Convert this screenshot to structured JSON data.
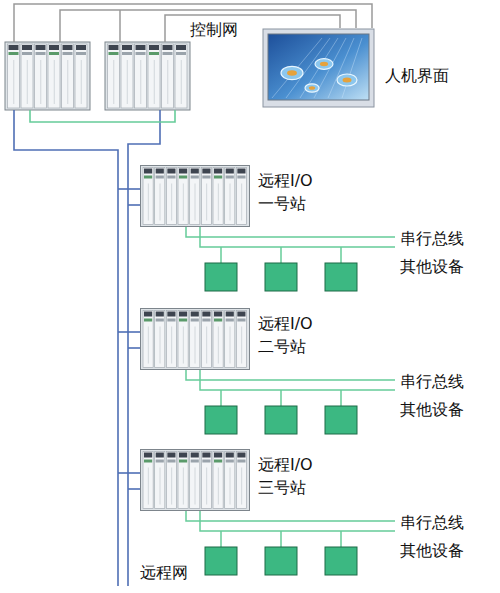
{
  "diagram": {
    "nodes": [
      {
        "text": [
          "人机界面"
        ]
      },
      {
        "text": [
          "远程I/O 一号站"
        ]
      },
      {
        "text": [
          "远程I/O 二号站"
        ]
      },
      {
        "text": [
          "远程I/O 三号站"
        ]
      }
    ],
    "labels": [
      "控制网",
      "串行总线 其他设备",
      "串行总线 其他设备",
      "串行总线 其他设备",
      "远程网"
    ]
  }
}
